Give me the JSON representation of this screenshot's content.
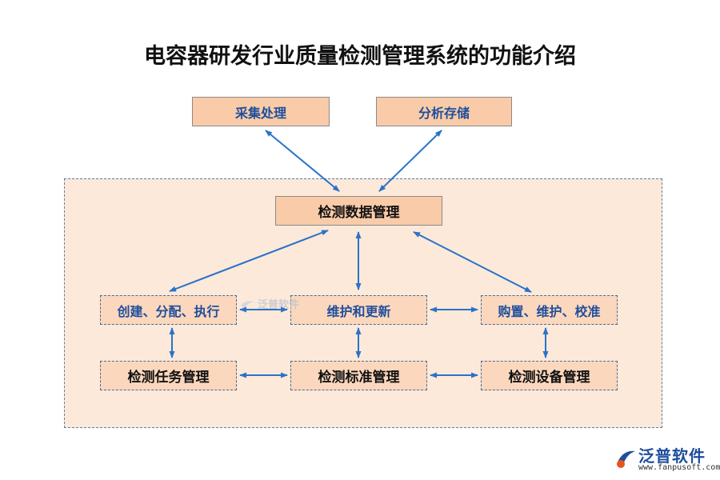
{
  "title": "电容器研发行业质量检测管理系统的功能介绍",
  "nodes": {
    "collect": "采集处理",
    "analyze": "分析存储",
    "data_mgmt": "检测数据管理",
    "create": "创建、分配、执行",
    "maintain": "维护和更新",
    "purchase": "购置、维护、校准",
    "task_mgmt": "检测任务管理",
    "standard_mgmt": "检测标准管理",
    "equipment_mgmt": "检测设备管理"
  },
  "watermark": "泛普软件",
  "logo": {
    "name": "泛普软件",
    "url": "www.fanpusoft.com"
  },
  "colors": {
    "accent": "#1f4e9c",
    "region_fill": "#fde9d9",
    "box_fill": "#f9cba8",
    "arrow": "#2a73c8"
  }
}
